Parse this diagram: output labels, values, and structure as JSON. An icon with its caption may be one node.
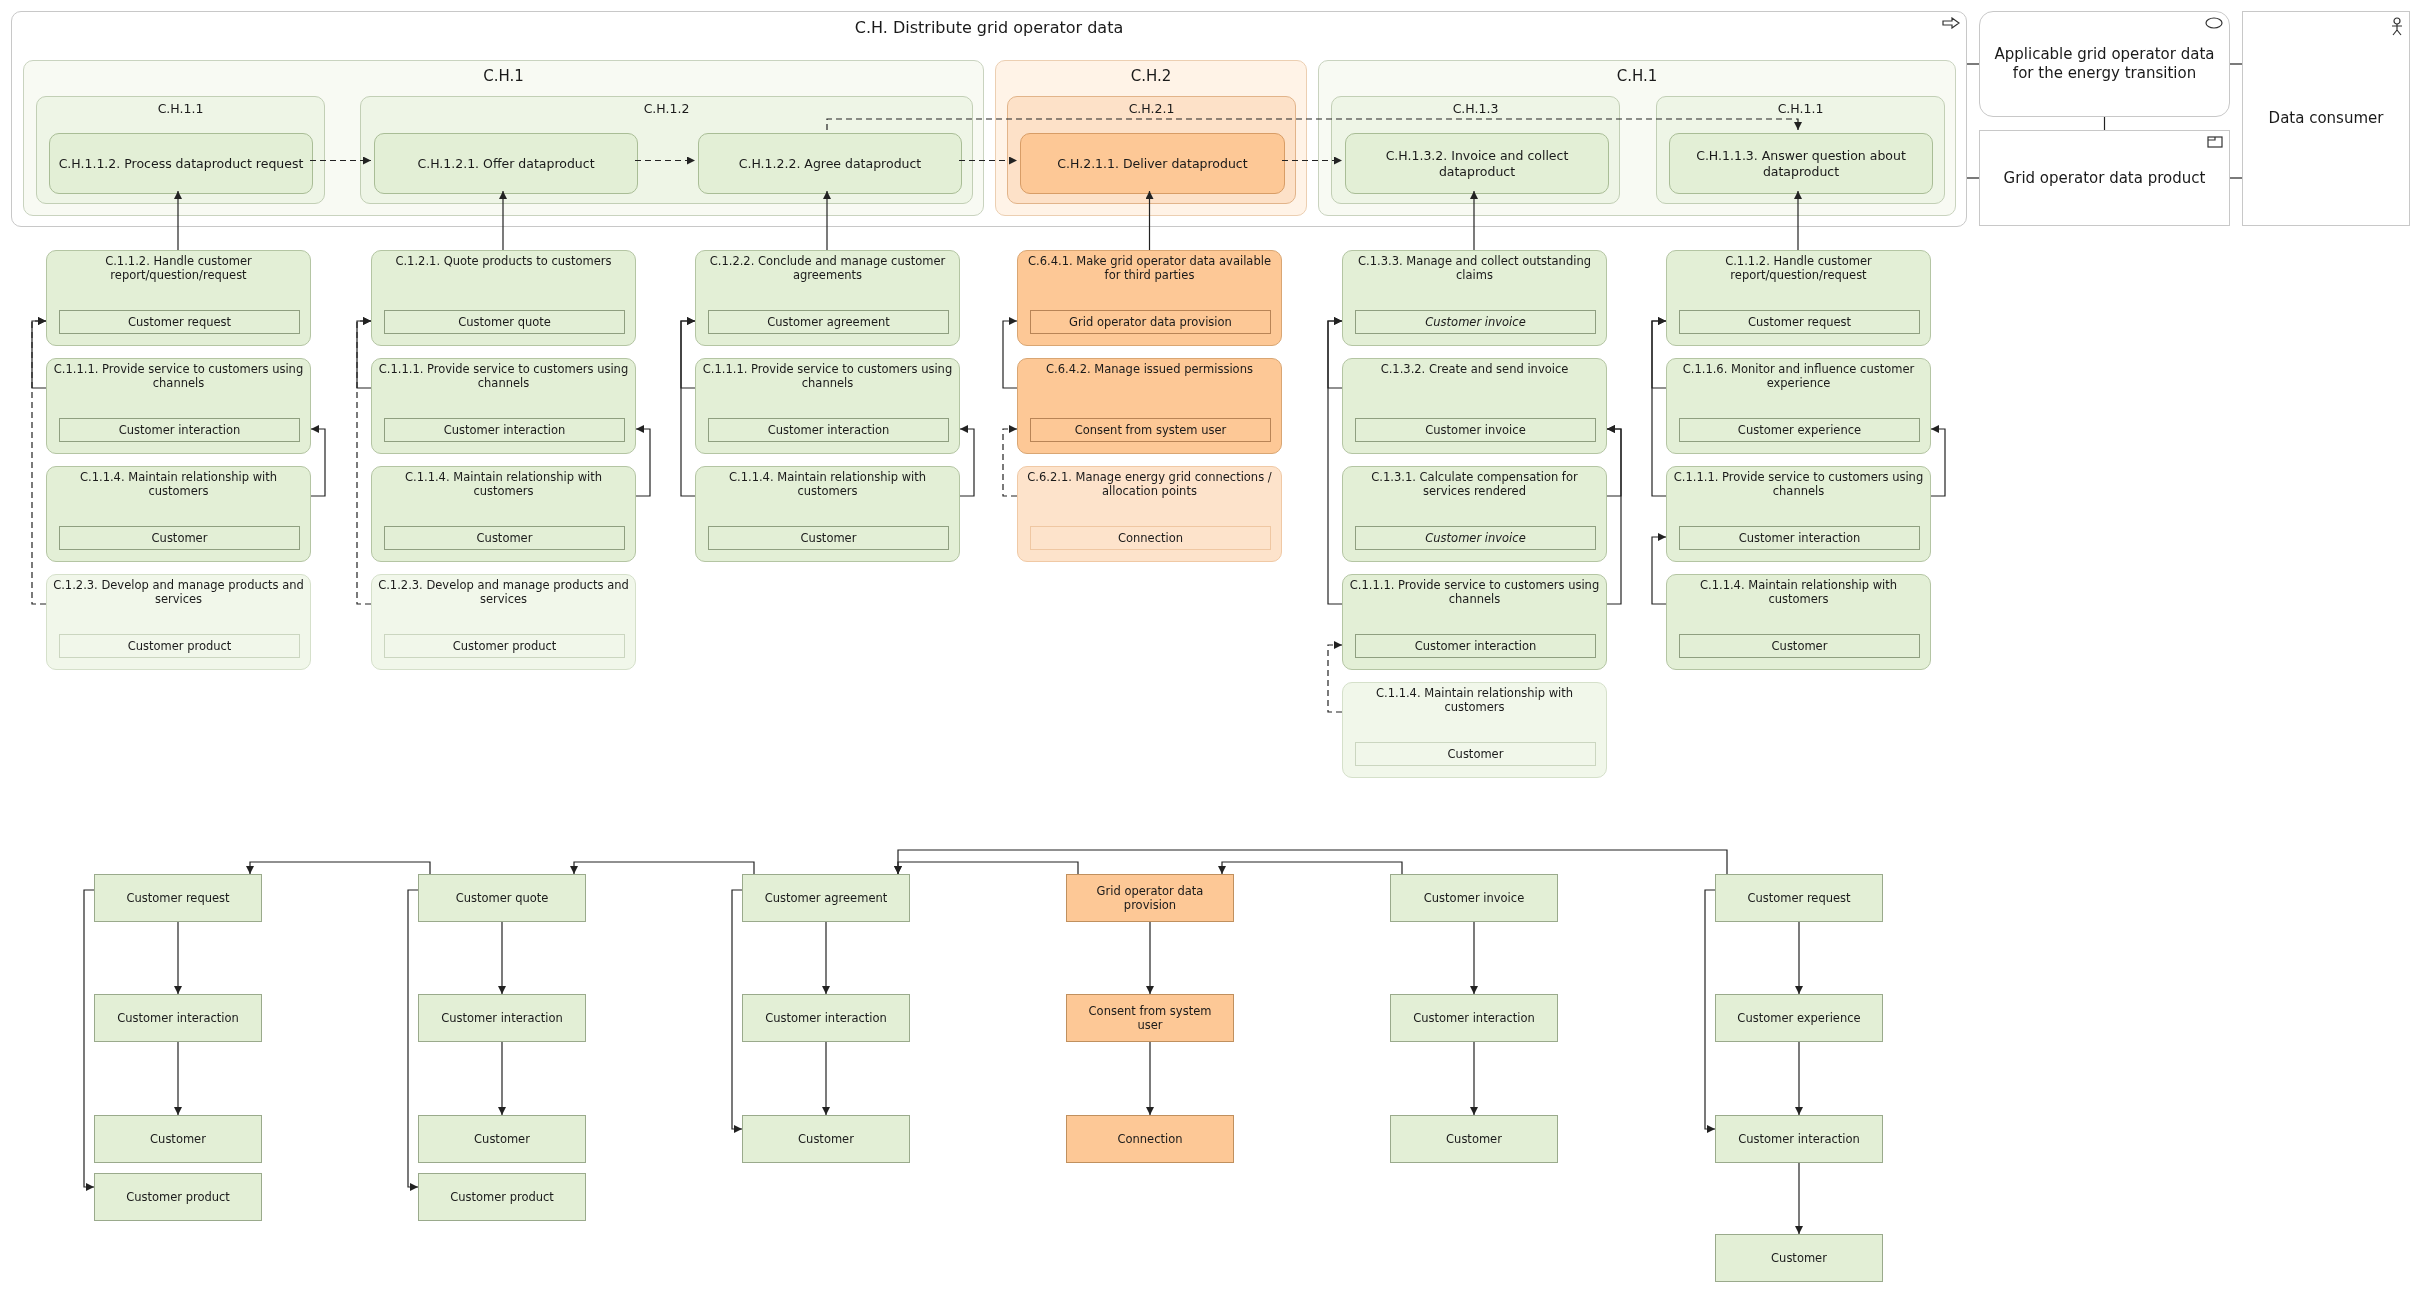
{
  "diagram": {
    "nodes": [
      {
        "text": [
          "C.H. Distribute grid operator data"
        ]
      },
      {
        "text": [
          "C.H.1"
        ],
        "in": 0
      },
      {
        "text": [
          "C.H.1.1"
        ],
        "in": 1
      },
      {
        "text": [
          "C.H.1.1.2. Process dataproduct request"
        ],
        "in": 2
      },
      {
        "text": [
          "C.H.1.2"
        ],
        "in": 1
      },
      {
        "text": [
          "C.H.1.2.1. Offer dataproduct"
        ],
        "in": 4
      },
      {
        "text": [
          "C.H.1.2.2. Agree dataproduct"
        ],
        "in": 4
      },
      {
        "text": [
          "C.H.2"
        ],
        "in": 0
      },
      {
        "text": [
          "C.H.2.1"
        ],
        "in": 7
      },
      {
        "text": [
          "C.H.2.1.1. Deliver dataproduct"
        ],
        "in": 8
      },
      {
        "text": [
          "C.H.1"
        ],
        "in": 0
      },
      {
        "text": [
          "C.H.1.3"
        ],
        "in": 10
      },
      {
        "text": [
          "C.H.1.3.2. Invoice and collect dataproduct"
        ],
        "in": 11
      },
      {
        "text": [
          "C.H.1.1"
        ],
        "in": 10
      },
      {
        "text": [
          "C.H.1.1.3. Answer question about dataproduct"
        ],
        "in": 13
      },
      {
        "text": [
          "Applicable grid operator data for the energy transition"
        ]
      },
      {
        "text": [
          "Grid operator data product"
        ]
      },
      {
        "text": [
          "Data consumer"
        ]
      },
      {
        "text": [
          "C.1.1.2. Handle customer report/question/request"
        ]
      },
      {
        "text": [
          "Customer request"
        ],
        "in": 18
      },
      {
        "text": [
          "C.1.1.1. Provide service to customers using channels"
        ]
      },
      {
        "text": [
          "Customer interaction"
        ],
        "in": 20
      },
      {
        "text": [
          "C.1.1.4. Maintain relationship with customers"
        ]
      },
      {
        "text": [
          "Customer"
        ],
        "in": 22
      },
      {
        "text": [
          "C.1.2.3. Develop and manage products and services"
        ]
      },
      {
        "text": [
          "Customer product"
        ],
        "in": 24
      },
      {
        "text": [
          "C.1.2.1. Quote products to customers"
        ]
      },
      {
        "text": [
          "Customer quote"
        ],
        "in": 26
      },
      {
        "text": [
          "C.1.1.1. Provide service to customers using channels"
        ]
      },
      {
        "text": [
          "Customer interaction"
        ],
        "in": 28
      },
      {
        "text": [
          "C.1.1.4. Maintain relationship with customers"
        ]
      },
      {
        "text": [
          "Customer"
        ],
        "in": 30
      },
      {
        "text": [
          "C.1.2.3. Develop and manage products and services"
        ]
      },
      {
        "text": [
          "Customer product"
        ],
        "in": 32
      },
      {
        "text": [
          "C.1.2.2. Conclude and manage customer agreements"
        ]
      },
      {
        "text": [
          "Customer agreement"
        ],
        "in": 34
      },
      {
        "text": [
          "C.1.1.1. Provide service to customers using channels"
        ]
      },
      {
        "text": [
          "Customer interaction"
        ],
        "in": 36
      },
      {
        "text": [
          "C.1.1.4. Maintain relationship with customers"
        ]
      },
      {
        "text": [
          "Customer"
        ],
        "in": 38
      },
      {
        "text": [
          "C.6.4.1. Make grid operator data available for third parties"
        ]
      },
      {
        "text": [
          "Grid operator data provision"
        ],
        "in": 40
      },
      {
        "text": [
          "C.6.4.2. Manage issued permissions"
        ]
      },
      {
        "text": [
          "Consent from system user"
        ],
        "in": 42
      },
      {
        "text": [
          "C.6.2.1. Manage energy grid connections / allocation points"
        ]
      },
      {
        "text": [
          "Connection"
        ],
        "in": 44
      },
      {
        "text": [
          "C.1.3.3. Manage and collect outstanding claims"
        ]
      },
      {
        "text": [
          "Customer invoice"
        ],
        "in": 46
      },
      {
        "text": [
          "C.1.3.2. Create and send invoice"
        ]
      },
      {
        "text": [
          "Customer invoice"
        ],
        "in": 48
      },
      {
        "text": [
          "C.1.3.1. Calculate compensation for services rendered"
        ]
      },
      {
        "text": [
          "Customer invoice"
        ],
        "in": 50
      },
      {
        "text": [
          "C.1.1.1. Provide service to customers using channels"
        ]
      },
      {
        "text": [
          "Customer interaction"
        ],
        "in": 52
      },
      {
        "text": [
          "C.1.1.4. Maintain relationship with customers"
        ]
      },
      {
        "text": [
          "Customer"
        ],
        "in": 54
      },
      {
        "text": [
          "C.1.1.2. Handle customer report/question/request"
        ]
      },
      {
        "text": [
          "Customer request"
        ],
        "in": 56
      },
      {
        "text": [
          "C.1.1.6. Monitor and influence customer experience"
        ]
      },
      {
        "text": [
          "Customer experience"
        ],
        "in": 58
      },
      {
        "text": [
          "C.1.1.1. Provide service to customers using channels"
        ]
      },
      {
        "text": [
          "Customer interaction"
        ],
        "in": 60
      },
      {
        "text": [
          "C.1.1.4. Maintain relationship with customers"
        ]
      },
      {
        "text": [
          "Customer"
        ],
        "in": 62
      },
      {
        "text": [
          "Customer request"
        ]
      },
      {
        "text": [
          "Customer interaction"
        ]
      },
      {
        "text": [
          "Customer"
        ]
      },
      {
        "text": [
          "Customer product"
        ]
      },
      {
        "text": [
          "Customer quote"
        ]
      },
      {
        "text": [
          "Customer interaction"
        ]
      },
      {
        "text": [
          "Customer"
        ]
      },
      {
        "text": [
          "Customer product"
        ]
      },
      {
        "text": [
          "Customer agreement"
        ]
      },
      {
        "text": [
          "Customer interaction"
        ]
      },
      {
        "text": [
          "Customer"
        ]
      },
      {
        "text": [
          "Grid operator data provision"
        ]
      },
      {
        "text": [
          "Consent from system user"
        ]
      },
      {
        "text": [
          "Connection"
        ]
      },
      {
        "text": [
          "Customer invoice"
        ]
      },
      {
        "text": [
          "Customer interaction"
        ]
      },
      {
        "text": [
          "Customer"
        ]
      },
      {
        "text": [
          "Customer request"
        ]
      },
      {
        "text": [
          "Customer experience"
        ]
      },
      {
        "text": [
          "Customer interaction"
        ]
      },
      {
        "text": [
          "Customer"
        ]
      }
    ],
    "edges": [
      {
        "from": 3,
        "to": 5,
        "arrow": "to",
        "style": "dashed"
      },
      {
        "from": 5,
        "to": 6,
        "arrow": "to",
        "style": "dashed"
      },
      {
        "from": 6,
        "to": 9,
        "arrow": "to",
        "style": "dashed"
      },
      {
        "from": 9,
        "to": 12,
        "arrow": "to",
        "style": "dashed"
      },
      {
        "from": 6,
        "to": 14,
        "arrow": "to",
        "style": "dashed"
      },
      {
        "from": 18,
        "to": 3,
        "arrow": "to"
      },
      {
        "from": 26,
        "to": 5,
        "arrow": "to"
      },
      {
        "from": 34,
        "to": 6,
        "arrow": "to"
      },
      {
        "from": 40,
        "to": 9,
        "arrow": "to"
      },
      {
        "from": 46,
        "to": 12,
        "arrow": "to"
      },
      {
        "from": 56,
        "to": 14,
        "arrow": "to"
      },
      {
        "from": 0,
        "to": 15,
        "arrow": "none"
      },
      {
        "from": 0,
        "to": 16,
        "arrow": "none"
      },
      {
        "from": 15,
        "to": 16,
        "arrow": "none"
      },
      {
        "from": 15,
        "to": 17,
        "arrow": "none"
      },
      {
        "from": 16,
        "to": 17,
        "arrow": "none"
      },
      {
        "from": 20,
        "to": 18,
        "arrow": "to"
      },
      {
        "from": 22,
        "to": 20,
        "arrow": "to"
      },
      {
        "from": 24,
        "to": 18,
        "arrow": "to",
        "style": "dashed"
      },
      {
        "from": 28,
        "to": 26,
        "arrow": "to"
      },
      {
        "from": 30,
        "to": 28,
        "arrow": "to"
      },
      {
        "from": 32,
        "to": 26,
        "arrow": "to",
        "style": "dashed"
      },
      {
        "from": 36,
        "to": 34,
        "arrow": "to"
      },
      {
        "from": 38,
        "to": 34,
        "arrow": "to"
      },
      {
        "from": 38,
        "to": 36,
        "arrow": "to"
      },
      {
        "from": 42,
        "to": 40,
        "arrow": "to"
      },
      {
        "from": 44,
        "to": 42,
        "arrow": "to",
        "style": "dashed"
      },
      {
        "from": 48,
        "to": 46,
        "arrow": "to"
      },
      {
        "from": 52,
        "to": 46,
        "arrow": "to"
      },
      {
        "from": 50,
        "to": 48,
        "arrow": "to"
      },
      {
        "from": 52,
        "to": 48,
        "arrow": "to"
      },
      {
        "from": 54,
        "to": 52,
        "arrow": "to",
        "style": "dashed"
      },
      {
        "from": 58,
        "to": 56,
        "arrow": "to"
      },
      {
        "from": 60,
        "to": 56,
        "arrow": "to"
      },
      {
        "from": 60,
        "to": 58,
        "arrow": "to"
      },
      {
        "from": 62,
        "to": 60,
        "arrow": "to"
      },
      {
        "from": 64,
        "to": 65,
        "arrow": "to"
      },
      {
        "from": 65,
        "to": 66,
        "arrow": "to"
      },
      {
        "from": 64,
        "to": 67,
        "arrow": "to"
      },
      {
        "from": 68,
        "to": 69,
        "arrow": "to"
      },
      {
        "from": 69,
        "to": 70,
        "arrow": "to"
      },
      {
        "from": 68,
        "to": 71,
        "arrow": "to"
      },
      {
        "from": 72,
        "to": 73,
        "arrow": "to"
      },
      {
        "from": 73,
        "to": 74,
        "arrow": "to"
      },
      {
        "from": 72,
        "to": 74,
        "arrow": "to"
      },
      {
        "from": 75,
        "to": 76,
        "arrow": "to"
      },
      {
        "from": 76,
        "to": 77,
        "arrow": "to"
      },
      {
        "from": 78,
        "to": 79,
        "arrow": "to"
      },
      {
        "from": 79,
        "to": 80,
        "arrow": "to"
      },
      {
        "from": 81,
        "to": 82,
        "arrow": "to"
      },
      {
        "from": 82,
        "to": 83,
        "arrow": "to"
      },
      {
        "from": 81,
        "to": 83,
        "arrow": "to"
      },
      {
        "from": 83,
        "to": 84,
        "arrow": "to"
      },
      {
        "from": 68,
        "to": 64,
        "arrow": "to"
      },
      {
        "from": 72,
        "to": 68,
        "arrow": "to"
      },
      {
        "from": 75,
        "to": 72,
        "arrow": "to"
      },
      {
        "from": 78,
        "to": 75,
        "arrow": "to"
      },
      {
        "from": 81,
        "to": 72,
        "arrow": "to"
      }
    ]
  }
}
